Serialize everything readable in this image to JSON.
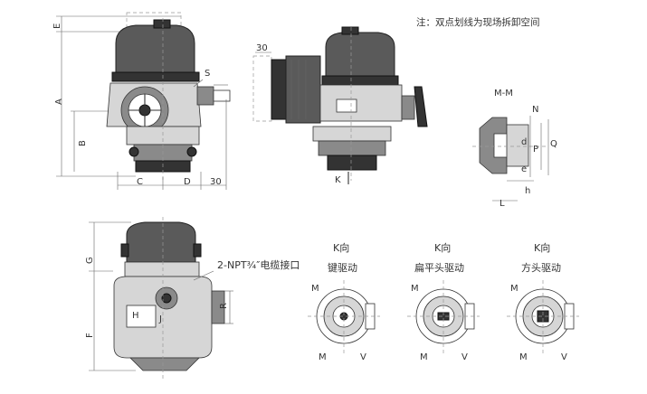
{
  "note": "注：双点划线为现场拆卸空间",
  "front_view": {
    "label_e": "E",
    "label_a": "A",
    "label_b": "B",
    "label_s": "S",
    "label_c": "C",
    "label_d": "D",
    "label_30": "30"
  },
  "side_view": {
    "label_30": "30",
    "label_k": "K"
  },
  "section_mm": {
    "title": "M-M",
    "label_n": "N",
    "label_d": "d",
    "label_p": "P",
    "label_q": "Q",
    "label_e": "e",
    "label_h": "h",
    "label_l": "L"
  },
  "top_view": {
    "label_g": "G",
    "label_f": "F",
    "label_h": "H",
    "label_j": "J",
    "label_r": "R",
    "cable_label": "2-NPT¾″电缆接口"
  },
  "k_views": [
    {
      "title_line1": "K向",
      "title_line2": "键驱动",
      "label_m_top": "M",
      "label_m_bottom": "M",
      "label_v": "V"
    },
    {
      "title_line1": "K向",
      "title_line2": "扁平头驱动",
      "label_m_top": "M",
      "label_m_bottom": "M",
      "label_v": "V"
    },
    {
      "title_line1": "K向",
      "title_line2": "方头驱动",
      "label_m_top": "M",
      "label_m_bottom": "M",
      "label_v": "V"
    }
  ]
}
